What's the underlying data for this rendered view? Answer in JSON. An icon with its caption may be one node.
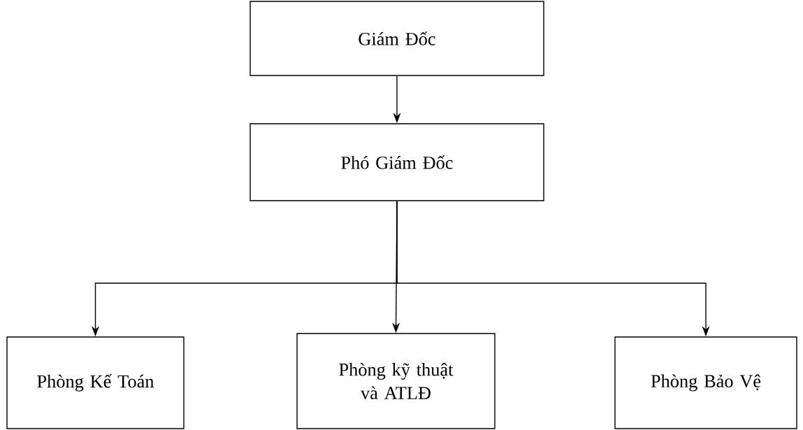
{
  "diagram": {
    "nodes": [
      {
        "text": [
          "Giám Đốc"
        ]
      },
      {
        "text": [
          "Phó Giám Đốc"
        ]
      },
      {
        "text": [
          "Phòng Kế Toán"
        ]
      },
      {
        "text": [
          "Phòng kỹ thuật và ATLĐ"
        ]
      },
      {
        "text": [
          "Phòng Bảo Vệ"
        ]
      }
    ],
    "edges": [
      {
        "from": 0,
        "to": 1,
        "arrow": "to"
      },
      {
        "from": 1,
        "to": 2,
        "arrow": "to"
      },
      {
        "from": 1,
        "to": 3,
        "arrow": "to"
      },
      {
        "from": 1,
        "to": 4,
        "arrow": "to"
      }
    ]
  }
}
